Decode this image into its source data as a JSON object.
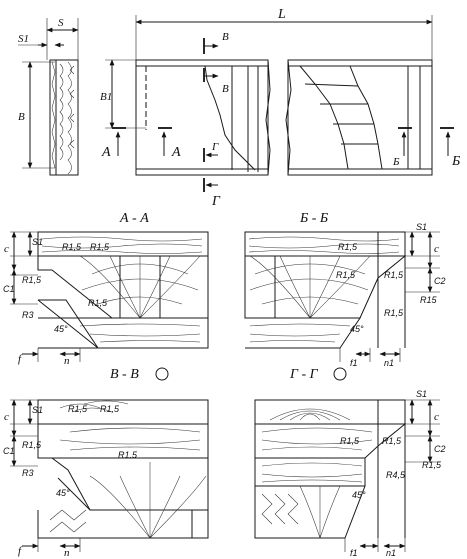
{
  "top": {
    "side": {
      "s": "S",
      "s1": "S1",
      "b": "B"
    },
    "front": {
      "l": "L",
      "b1": "B1",
      "cut_v": "В",
      "cut_v2": "В",
      "cut_a": "А",
      "cut_a2": "А",
      "cut_g": "Г",
      "cut_g2": "Г",
      "cut_b": "Б",
      "cut_b2": "Б"
    }
  },
  "sections": {
    "aa": {
      "title": "А - А",
      "s1": "S1",
      "c": "c",
      "c1": "C1",
      "r1": "R1,5",
      "r2": "R1,5",
      "r3": "R1,5",
      "r4": "R1,5",
      "r5": "R3",
      "angle": "45°",
      "f": "f",
      "n": "n"
    },
    "bb": {
      "title": "Б - Б",
      "s1": "S1",
      "c": "c",
      "c2": "C2",
      "r1": "R1,5",
      "r2": "R1,5",
      "r3": "R1,5",
      "r4": "R15",
      "r5": "R1,5",
      "angle": "45°",
      "f1": "f1",
      "n1": "n1"
    },
    "vv": {
      "title": "В - В",
      "s1": "S1",
      "c": "c",
      "c1": "C1",
      "r1": "R1,5",
      "r2": "R1,5",
      "r3": "R1,5",
      "r4": "R1.5",
      "r5": "R3",
      "angle": "45°",
      "f": "f",
      "n": "n"
    },
    "gg": {
      "title": "Г - Г",
      "s1": "S1",
      "c": "c",
      "c2": "C2",
      "r1": "R1,5",
      "r2": "R1,5",
      "r3": "R1,5",
      "r4": "R4,5",
      "angle": "45°",
      "f1": "f1",
      "n1": "n1"
    }
  }
}
